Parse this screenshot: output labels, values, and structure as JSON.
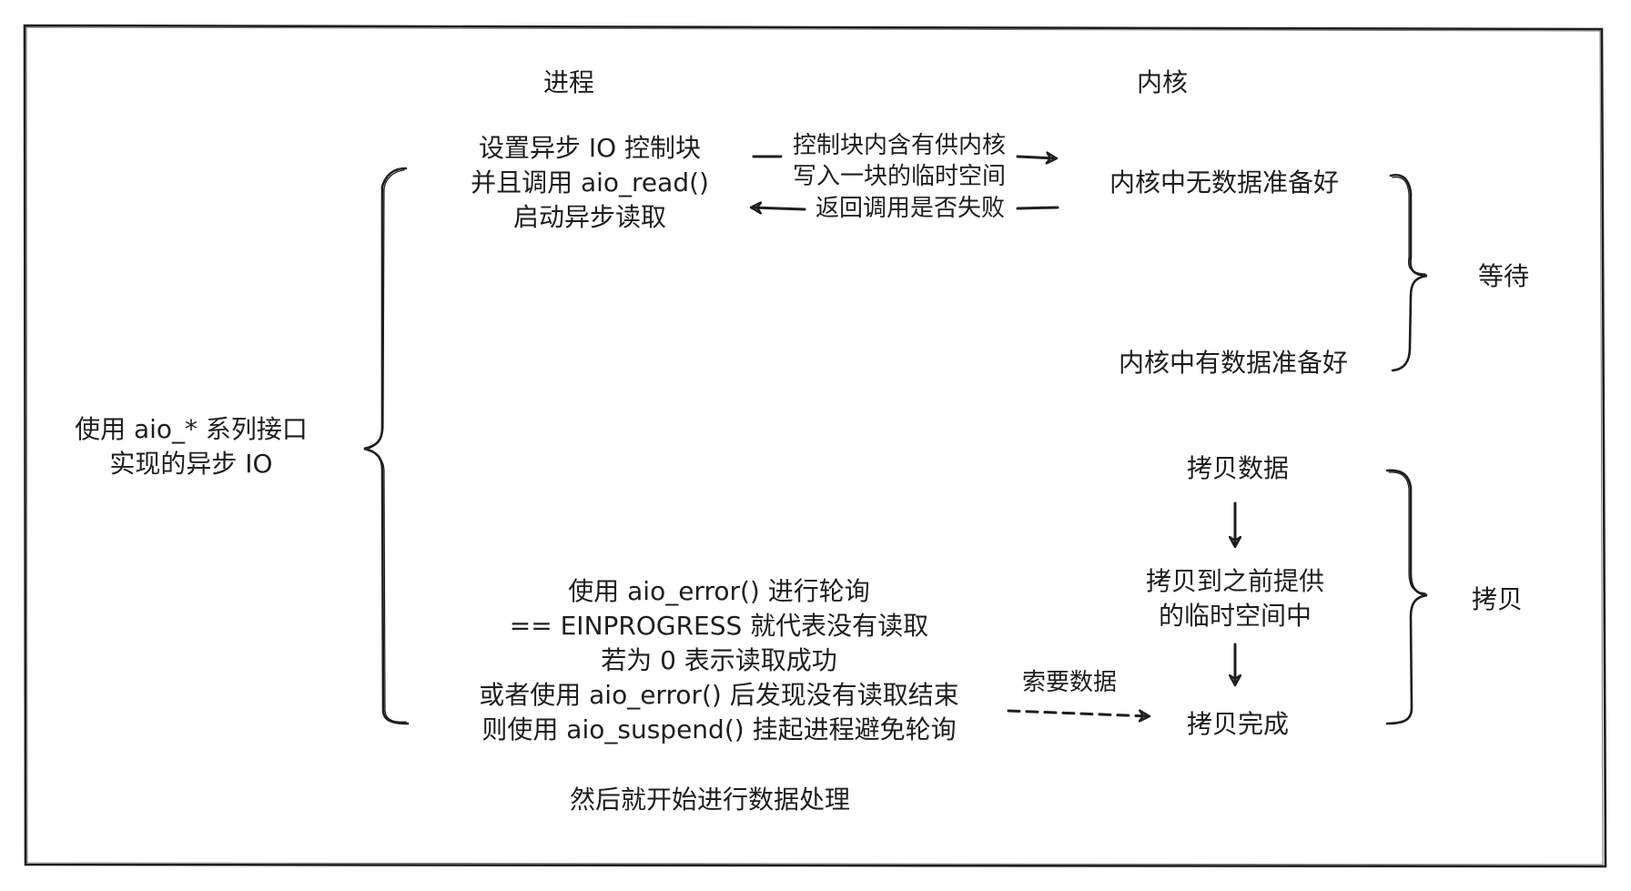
{
  "headers": {
    "process": "进程",
    "kernel": "内核"
  },
  "left_label": {
    "lines": [
      "使用 aio_* 系列接口",
      "实现的异步 IO"
    ]
  },
  "process_step1": {
    "lines": [
      "设置异步 IO 控制块",
      "并且调用 aio_read()",
      "启动异步读取"
    ]
  },
  "arrow_to_kernel_label": {
    "lines": [
      "控制块内含有供内核",
      "写入一块的临时空间"
    ]
  },
  "arrow_return_label": "返回调用是否失败",
  "kernel_states": {
    "no_data": "内核中无数据准备好",
    "has_data": "内核中有数据准备好",
    "copy_data": "拷贝数据",
    "copy_to_buffer": [
      "拷贝到之前提供",
      "的临时空间中"
    ],
    "copy_done": "拷贝完成"
  },
  "phases": {
    "wait": "等待",
    "copy": "拷贝"
  },
  "process_step2": {
    "lines": [
      "使用 aio_error() 进行轮询",
      "== EINPROGRESS 就代表没有读取",
      "若为 0 表示读取成功",
      "或者使用 aio_error() 后发现没有读取结束",
      "则使用 aio_suspend() 挂起进程避免轮询"
    ]
  },
  "request_data_label": "索要数据",
  "final_step": "然后就开始进行数据处理",
  "colors": {
    "stroke": "#1e1e1e",
    "background": "#ffffff"
  }
}
